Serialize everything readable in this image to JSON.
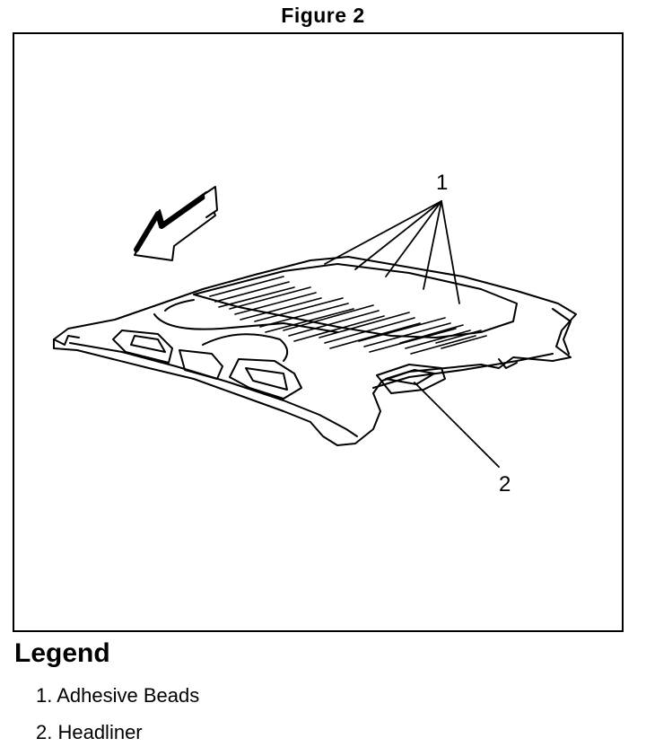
{
  "figure": {
    "title": "Figure 2"
  },
  "callouts": {
    "c1": "1",
    "c2": "2"
  },
  "legend": {
    "title": "Legend",
    "items": [
      {
        "label": "1. Adhesive Beads"
      },
      {
        "label": "2. Headliner"
      }
    ]
  }
}
